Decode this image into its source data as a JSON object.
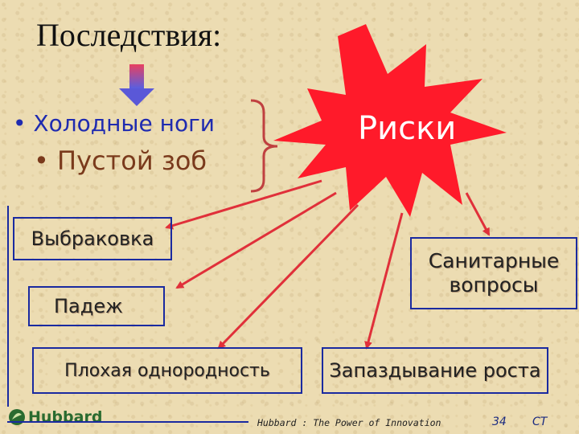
{
  "title": "Последствия:",
  "causes": [
    {
      "text": "• Холодные ноги"
    },
    {
      "text": "• Пустой зоб"
    }
  ],
  "center_label": "Риски",
  "consequences": {
    "culling": "Выбраковка",
    "mortality": "Падеж",
    "poor_uniformity": "Плохая однородность",
    "sanitary": "Санитарные вопросы",
    "growth_delay": "Запаздывание роста"
  },
  "footer": {
    "logo_text": "Hubbard",
    "tagline": "Hubbard : The Power of Innovation",
    "page_number": "34",
    "author": "CT"
  },
  "colors": {
    "background": "#ecdcb2",
    "starburst": "#ff1a2a",
    "arrow": "#e0303a",
    "box_border": "#1a2aa0",
    "down_arrow": "#6a5ad8"
  }
}
